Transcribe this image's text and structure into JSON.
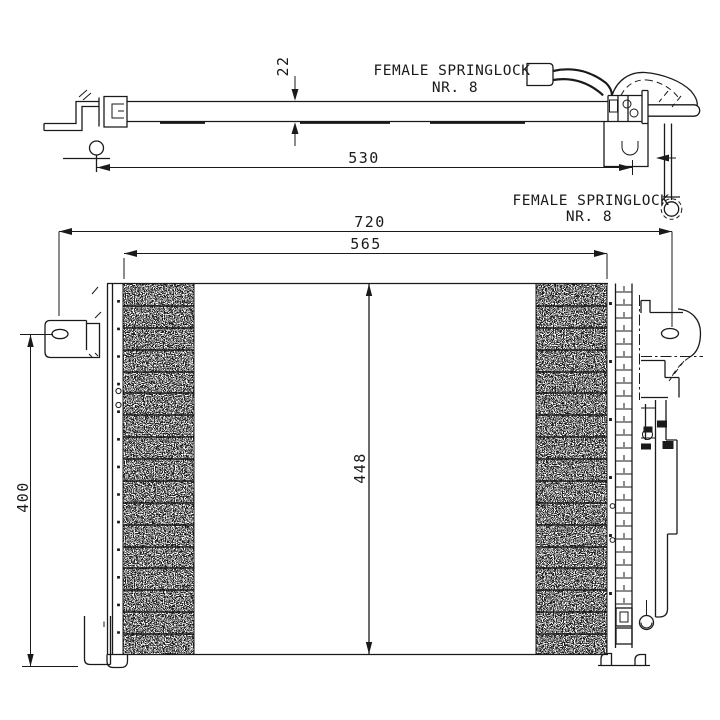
{
  "colors": {
    "line": "#1a1a1a",
    "bg": "#ffffff"
  },
  "drawing": {
    "top_view": {
      "connector_label": {
        "line1": "FEMALE SPRINGLOCK",
        "line2": "NR. 8"
      },
      "outlet_label": {
        "line1": "FEMALE SPRINGLOCK",
        "line2": "NR. 8"
      },
      "dim_length": "530",
      "dim_thickness": "22"
    },
    "front_view": {
      "dim_overall_width": "720",
      "dim_core_width": "565",
      "dim_core_height": "448",
      "dim_mount_height": "400"
    }
  }
}
